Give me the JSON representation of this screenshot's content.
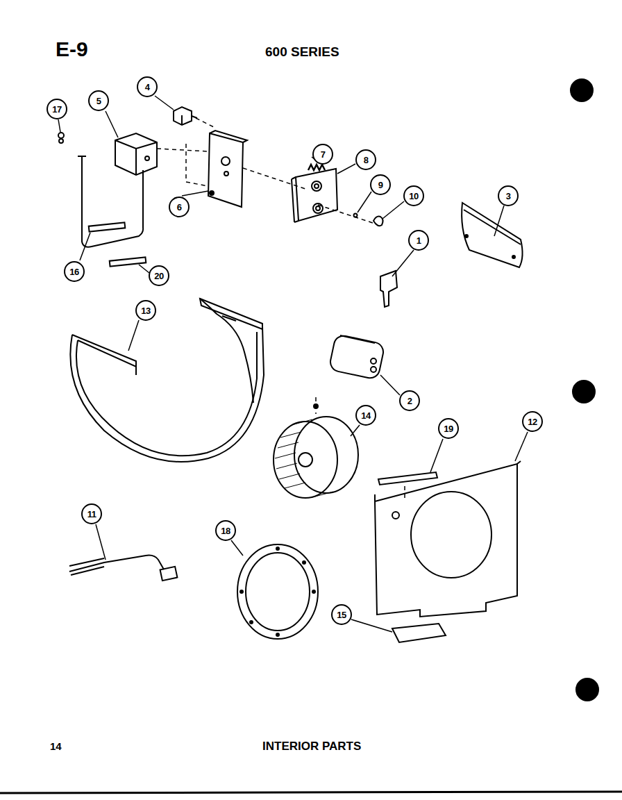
{
  "diagram": {
    "title": "600 SERIES",
    "caption": "INTERIOR PARTS",
    "labels": [
      "E-9",
      "17",
      "5",
      "4",
      "7",
      "8",
      "6",
      "9",
      "10",
      "3",
      "1",
      "16",
      "20",
      "13",
      "2",
      "14",
      "19",
      "12",
      "11",
      "18",
      "15",
      "14"
    ]
  }
}
